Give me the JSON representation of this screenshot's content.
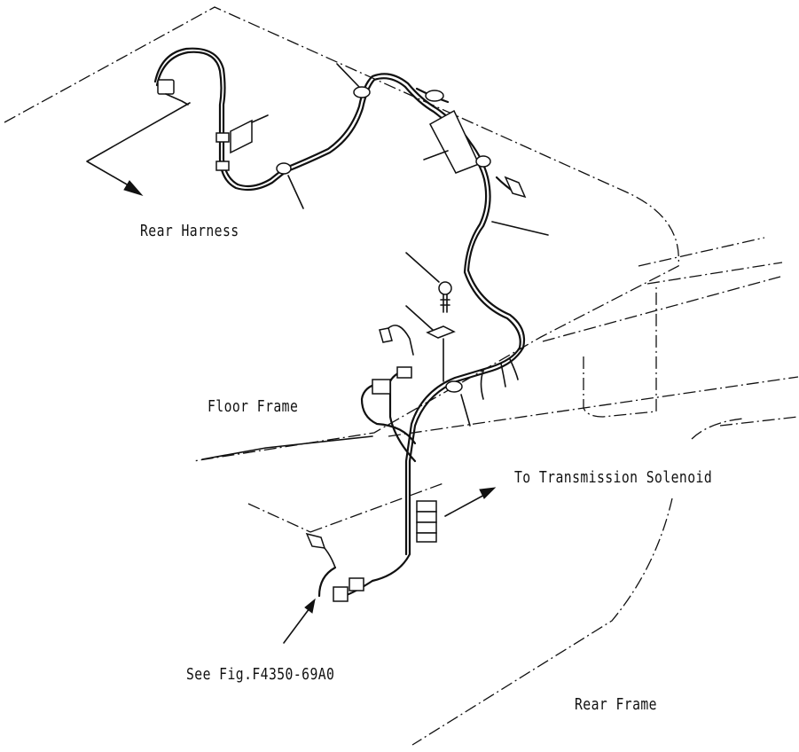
{
  "labels": {
    "rear_harness": "Rear Harness",
    "floor_frame": "Floor Frame",
    "to_transmission_solenoid": "To Transmission Solenoid",
    "see_fig": "See Fig.F4350-69A0",
    "rear_frame": "Rear Frame"
  }
}
